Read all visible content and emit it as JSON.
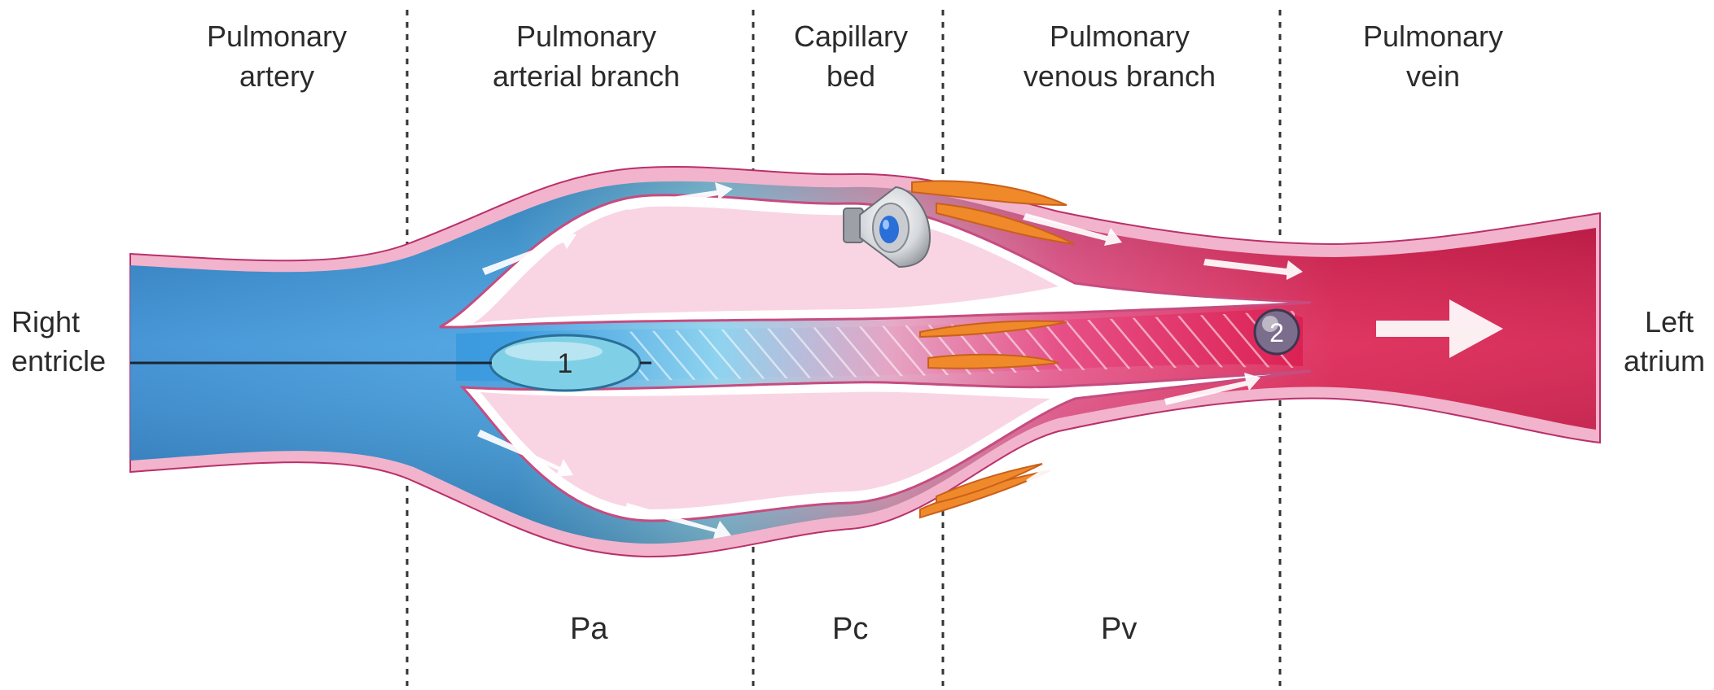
{
  "regions": [
    {
      "line1": "Pulmonary",
      "line2": "artery"
    },
    {
      "line1": "Pulmonary",
      "line2": "arterial branch"
    },
    {
      "line1": "Capillary",
      "line2": "bed"
    },
    {
      "line1": "Pulmonary",
      "line2": "venous branch"
    },
    {
      "line1": "Pulmonary",
      "line2": "vein"
    }
  ],
  "left_edge": {
    "line1": "Right",
    "line2": "entricle"
  },
  "right_edge": {
    "line1": "Left",
    "line2": "atrium"
  },
  "pressures": {
    "pa": "Pa",
    "pc": "Pc",
    "pv": "Pv"
  },
  "markers": {
    "one": "1",
    "two": "2"
  },
  "icons": {
    "speaker": "speaker-icon"
  },
  "colors": {
    "arterial": "#2f8fd8",
    "venous": "#d8174a",
    "wall": "#f4b6cf",
    "smooth_muscle": "#f08a2a"
  }
}
